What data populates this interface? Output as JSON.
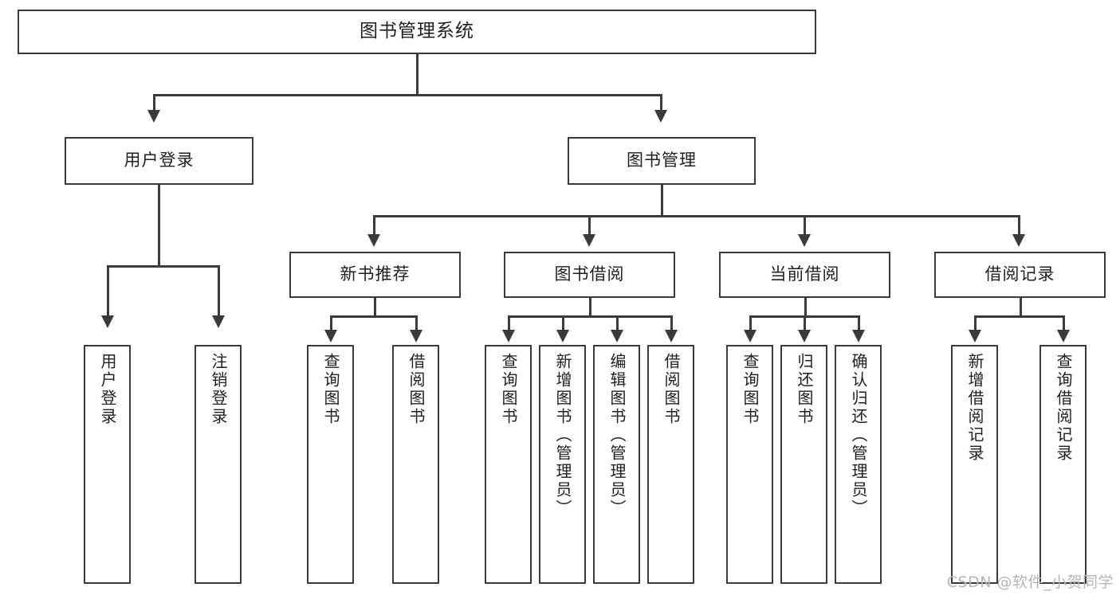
{
  "diagram": {
    "title": "图书管理系统",
    "type": "tree",
    "watermark": "CSDN @软件_小贺同学",
    "colors": {
      "stroke": "#3a3a3a",
      "fill": "#ffffff",
      "text": "#1f1f1f",
      "watermark": "#b6b6b6"
    },
    "root": {
      "label": "图书管理系统"
    },
    "level1": [
      {
        "id": "user-login",
        "label": "用户登录"
      },
      {
        "id": "book-manage",
        "label": "图书管理"
      }
    ],
    "level2": [
      {
        "id": "new-book-recommend",
        "label": "新书推荐"
      },
      {
        "id": "book-borrow",
        "label": "图书借阅"
      },
      {
        "id": "current-borrow",
        "label": "当前借阅"
      },
      {
        "id": "borrow-record",
        "label": "借阅记录"
      }
    ],
    "leaves": {
      "user_login": [
        {
          "id": "leaf-user-login",
          "label": "用户登录"
        },
        {
          "id": "leaf-logout-login",
          "label": "注销登录"
        }
      ],
      "new_book_recommend": [
        {
          "id": "leaf-query-book-1",
          "label": "查询图书"
        },
        {
          "id": "leaf-borrow-book-1",
          "label": "借阅图书"
        }
      ],
      "book_borrow": [
        {
          "id": "leaf-query-book-2",
          "label": "查询图书"
        },
        {
          "id": "leaf-add-book",
          "label": "新增图书（管理员）"
        },
        {
          "id": "leaf-edit-book",
          "label": "编辑图书（管理员）"
        },
        {
          "id": "leaf-borrow-book-2",
          "label": "借阅图书"
        }
      ],
      "current_borrow": [
        {
          "id": "leaf-query-book-3",
          "label": "查询图书"
        },
        {
          "id": "leaf-return-book",
          "label": "归还图书"
        },
        {
          "id": "leaf-confirm-return",
          "label": "确认归还（管理员）"
        }
      ],
      "borrow_record": [
        {
          "id": "leaf-add-borrow-record",
          "label": "新增借阅记录"
        },
        {
          "id": "leaf-query-borrow-record",
          "label": "查询借阅记录"
        }
      ]
    }
  }
}
